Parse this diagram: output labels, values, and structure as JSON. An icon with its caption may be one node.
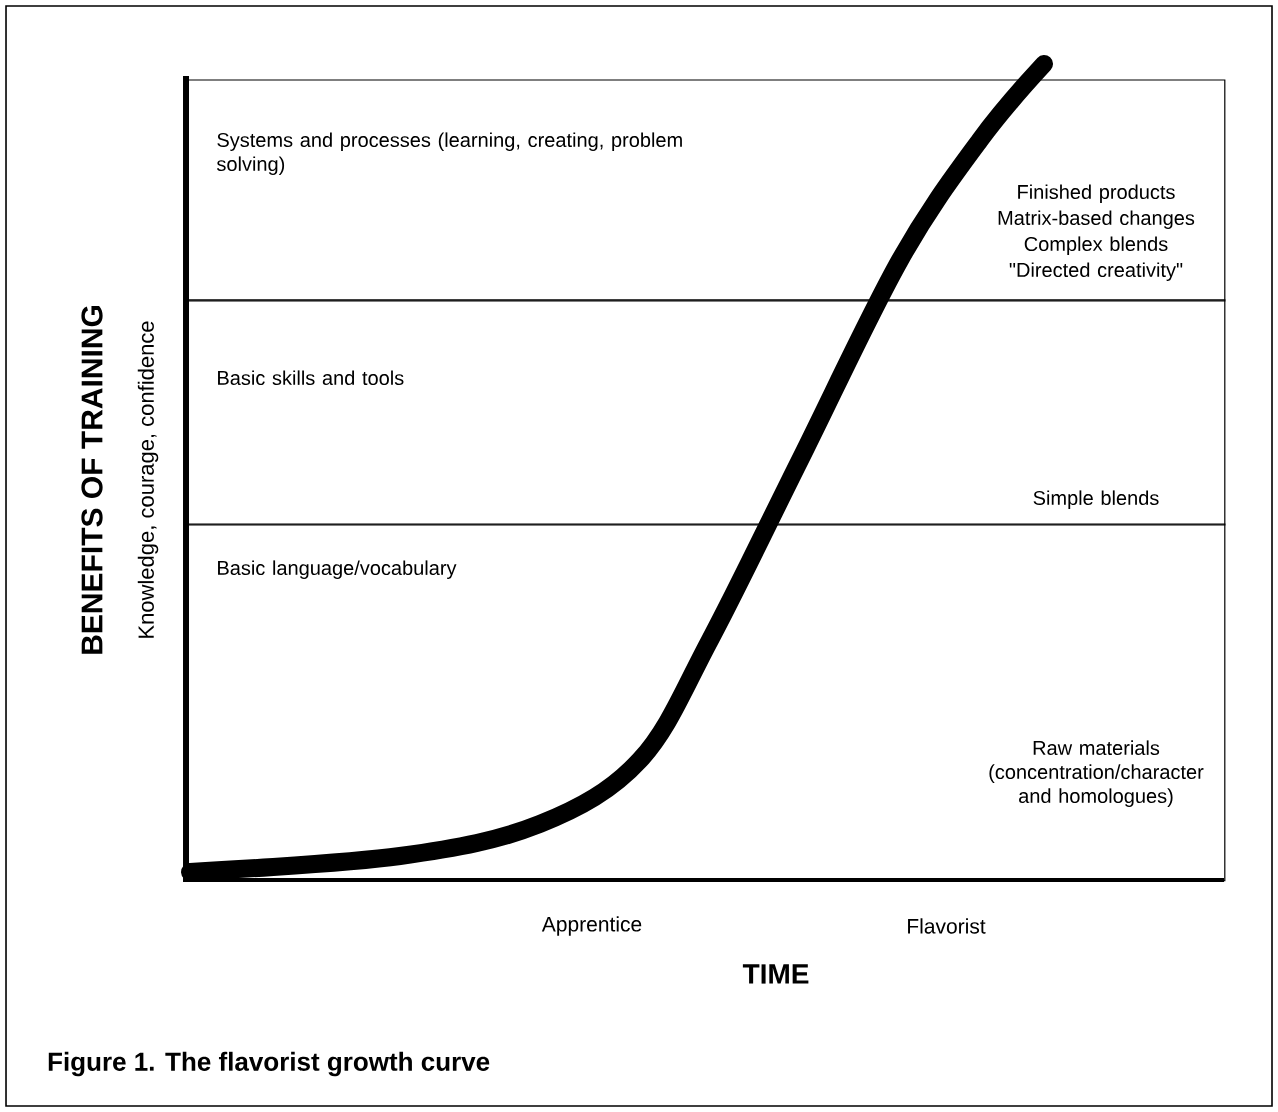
{
  "diagram": {
    "caption": "Figure 1. The flavorist growth curve",
    "nodes": [
      {
        "text": [
          "Systems and processes (learning, creating, problem solving)",
          "Finished products",
          "Matrix-based changes",
          "Complex blends",
          "\"Directed creativity\""
        ]
      },
      {
        "text": [
          "Basic skills and tools",
          "Simple blends"
        ]
      },
      {
        "text": [
          "Basic language/vocabulary",
          "Raw materials (concentration/character and homologues)"
        ]
      }
    ],
    "labels": [
      "BENEFITS OF TRAINING",
      "Knowledge, courage, confidence",
      "Apprentice",
      "Flavorist",
      "TIME"
    ]
  }
}
